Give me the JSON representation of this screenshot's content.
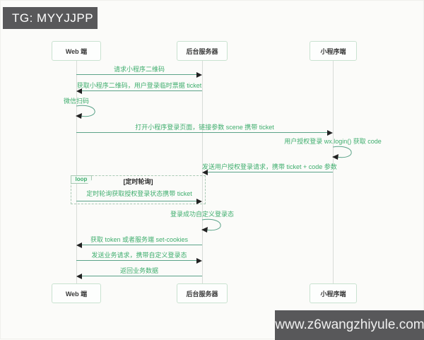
{
  "banner": {
    "text": "TG: MYYJJPP"
  },
  "watermark": {
    "text": "www.z6wangzhiyule.com"
  },
  "diagram": {
    "type": "sequence",
    "actors": [
      {
        "id": "web",
        "label": "Web 端"
      },
      {
        "id": "backend",
        "label": "后台服务器"
      },
      {
        "id": "mini",
        "label": "小程序端"
      }
    ],
    "loop": {
      "label": "loop",
      "condition": "[定时轮询]"
    },
    "messages": [
      {
        "text": "请求小程序二维码",
        "from": "web",
        "to": "backend"
      },
      {
        "text": "获取小程序二维码，用户登录临时票据 ticket",
        "from": "backend",
        "to": "web"
      },
      {
        "text": "微信扫码",
        "type": "self",
        "actor": "web"
      },
      {
        "text": "打开小程序登录页面，链接参数 scene 携带 ticket",
        "from": "web",
        "to": "mini"
      },
      {
        "text": "用户授权登录 wx.login() 获取 code",
        "type": "self",
        "actor": "mini"
      },
      {
        "text": "发送用户授权登录请求，携带 ticket + code 参数",
        "from": "mini",
        "to": "backend"
      },
      {
        "text": "定时轮询获取授权登录状态携带 ticket",
        "from": "web",
        "to": "backend",
        "in_loop": true
      },
      {
        "text": "登录成功自定义登录态",
        "type": "self",
        "actor": "backend"
      },
      {
        "text": "获取 token 或者服务端 set-cookies",
        "from": "backend",
        "to": "web"
      },
      {
        "text": "发送业务请求，携带自定义登录态",
        "from": "web",
        "to": "backend"
      },
      {
        "text": "返回业务数据",
        "from": "backend",
        "to": "web"
      }
    ],
    "colors": {
      "message_text": "#3fae6e",
      "arrow_line": "#5ba389",
      "arrowhead": "#222222",
      "box_border": "#c9e2d0",
      "overlay_bar_bg": "#58585a"
    }
  }
}
